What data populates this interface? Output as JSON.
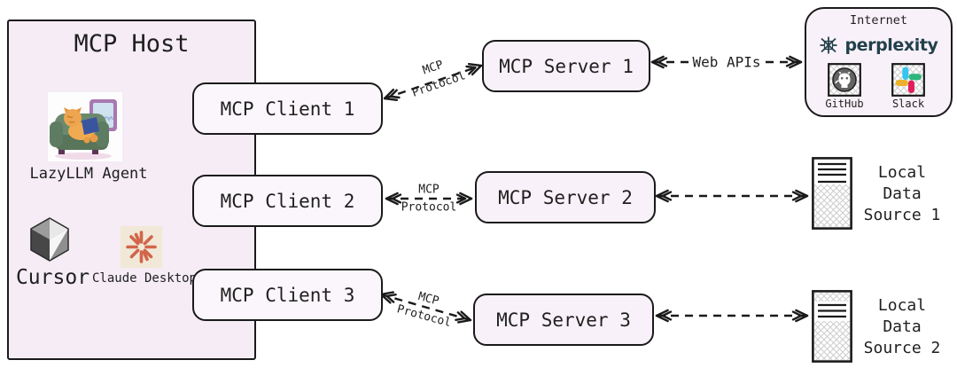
{
  "host": {
    "title": "MCP Host",
    "apps": [
      {
        "label": "LazyLLM Agent",
        "icon": "lazyllm-cat-couch"
      },
      {
        "label": "Cursor",
        "icon": "cursor-cube"
      },
      {
        "label": "Claude Desktop",
        "icon": "claude-starburst"
      }
    ]
  },
  "clients": [
    {
      "label": "MCP Client 1"
    },
    {
      "label": "MCP Client 2"
    },
    {
      "label": "MCP Client 3"
    }
  ],
  "servers": [
    {
      "label": "MCP Server 1"
    },
    {
      "label": "MCP Server 2"
    },
    {
      "label": "MCP Server 3"
    }
  ],
  "internet": {
    "title": "Internet",
    "perplexity_label": "perplexity",
    "github_label": "GitHub",
    "slack_label": "Slack"
  },
  "data_sources": [
    {
      "label": "Local\nData\nSource 1"
    },
    {
      "label": "Local\nData\nSource 2"
    }
  ],
  "connections": {
    "mcp_protocol": "MCP\nProtocol",
    "web_apis": "Web APIs"
  },
  "colors": {
    "border": "#1a1a1a",
    "host_fill": "#f5ecf5",
    "client_fill": "#fbf6fb",
    "server_fill": "#f9f1f9",
    "claude_coral": "#d2654a",
    "claude_bg": "#f1e8d7",
    "perplexity_teal": "#22404b",
    "github_gray": "#636363",
    "slack_blue": "#36C5F0",
    "slack_green": "#2EB67D",
    "slack_yellow": "#ECB22E",
    "slack_red": "#E01E5A"
  }
}
